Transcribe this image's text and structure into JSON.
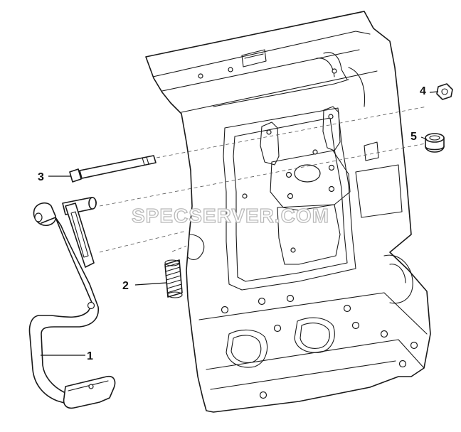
{
  "diagram": {
    "callouts": [
      {
        "id": "1",
        "label": "1"
      },
      {
        "id": "2",
        "label": "2"
      },
      {
        "id": "3",
        "label": "3"
      },
      {
        "id": "4",
        "label": "4"
      },
      {
        "id": "5",
        "label": "5"
      }
    ],
    "watermark": "SPECSERVER.COM",
    "colors": {
      "line": "#1a1a1a",
      "background": "#ffffff",
      "watermark_outline": "#b9b9b9"
    }
  }
}
